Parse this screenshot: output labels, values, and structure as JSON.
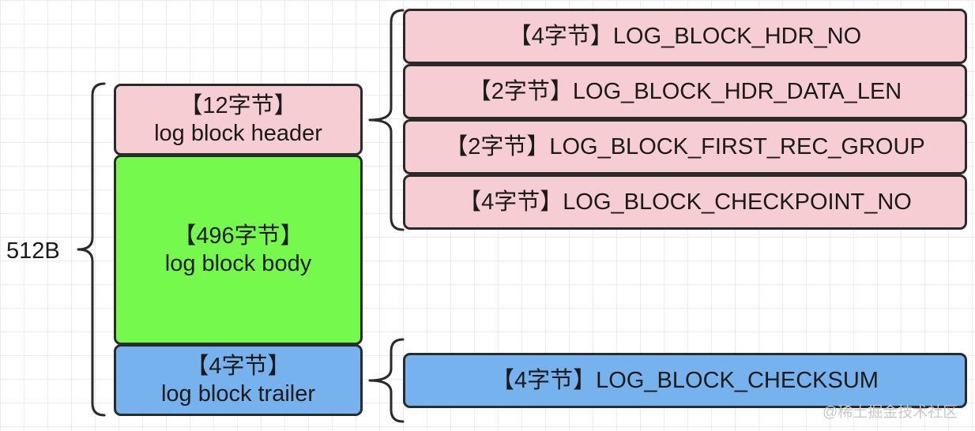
{
  "total_size_label": "512B",
  "log_block": {
    "header": {
      "size_label": "【12字节】",
      "name": "log block header",
      "color": "#f5cdd3"
    },
    "body": {
      "size_label": "【496字节】",
      "name": "log block body",
      "color": "#75f94d"
    },
    "trailer": {
      "size_label": "【4字节】",
      "name": "log block trailer",
      "color": "#76b3ee"
    }
  },
  "header_fields": [
    {
      "text": "【4字节】LOG_BLOCK_HDR_NO"
    },
    {
      "text": "【2字节】LOG_BLOCK_HDR_DATA_LEN"
    },
    {
      "text": "【2字节】LOG_BLOCK_FIRST_REC_GROUP"
    },
    {
      "text": "【4字节】LOG_BLOCK_CHECKPOINT_NO"
    }
  ],
  "trailer_fields": [
    {
      "text": "【4字节】LOG_BLOCK_CHECKSUM"
    }
  ],
  "watermark": "@稀土掘金技术社区"
}
